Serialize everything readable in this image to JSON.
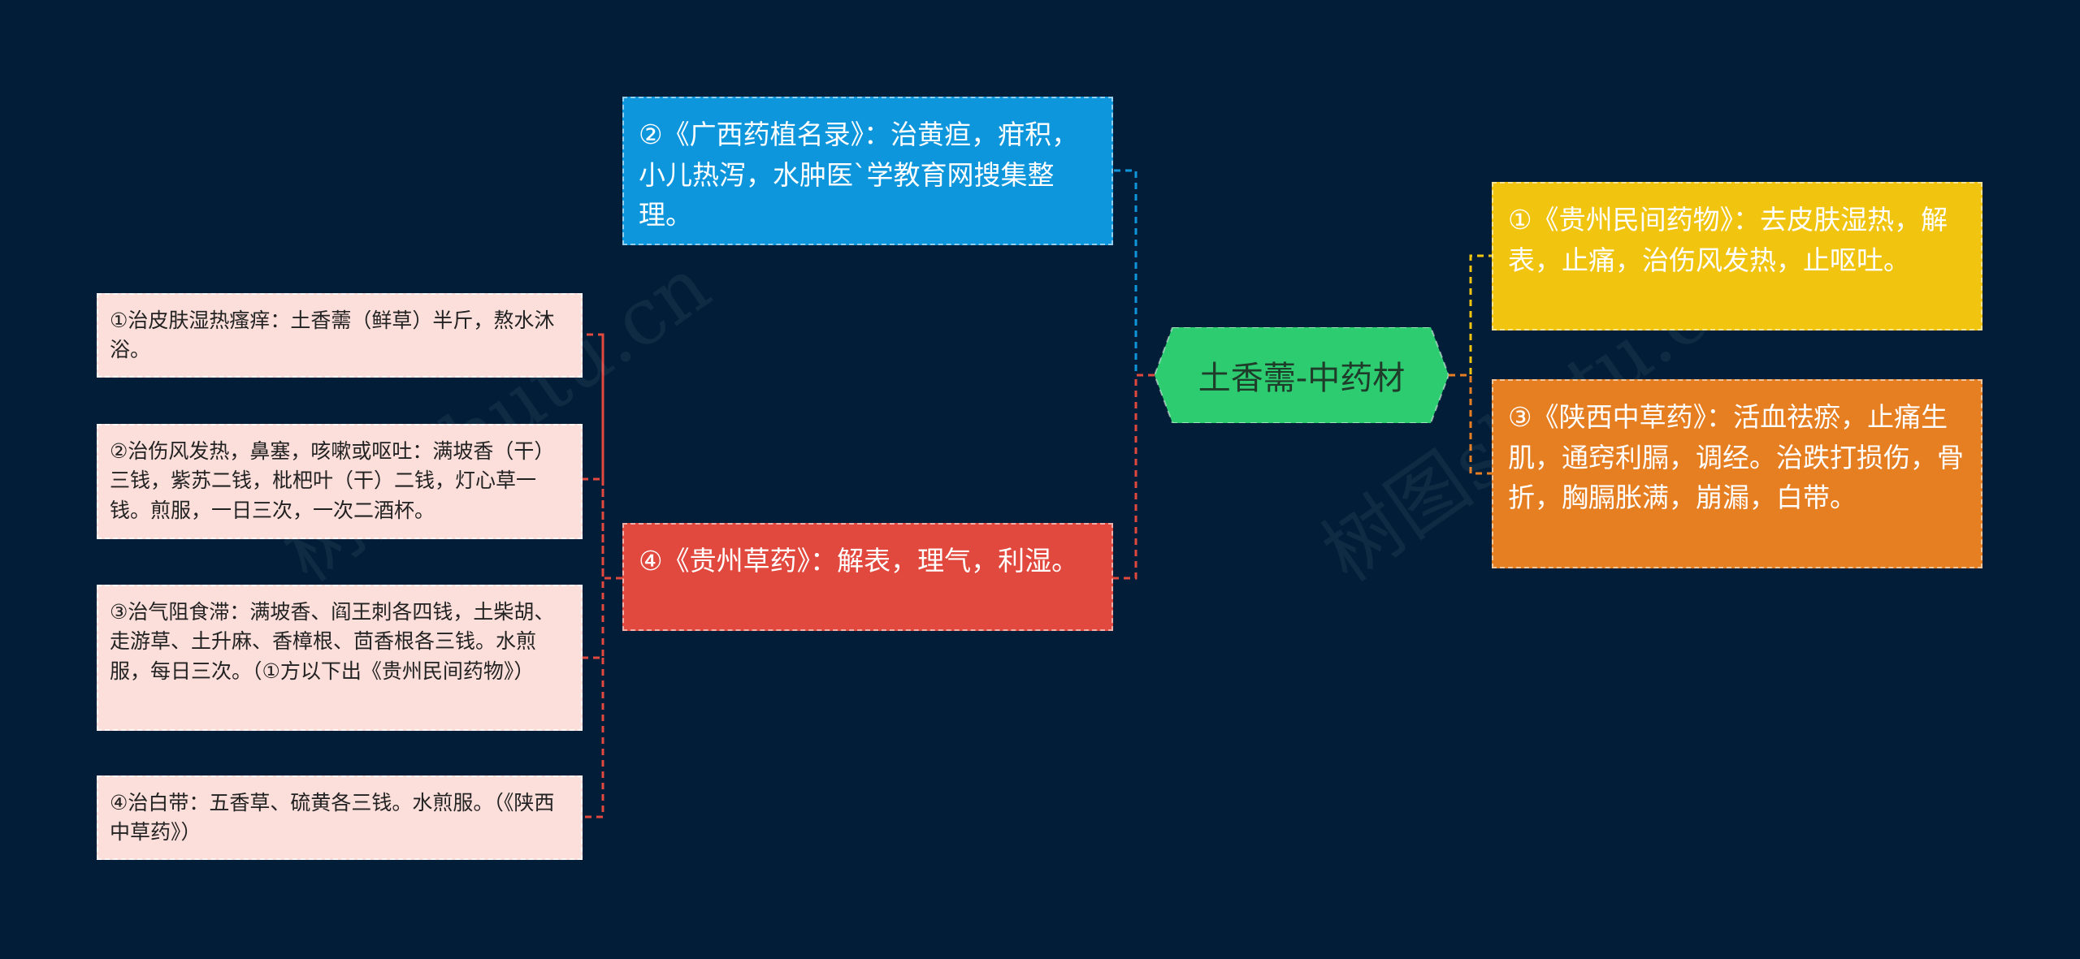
{
  "center": {
    "title": "土香薷-中药材",
    "color": "#2ecc71"
  },
  "branches": [
    {
      "id": "b2",
      "text": "②《广西药植名录》：治黄疸，疳积，小儿热泻，水肿医`学教育网搜集整理。",
      "color": "#0e96dd"
    },
    {
      "id": "b4",
      "text": "④《贵州草药》：解表，理气，利湿。",
      "color": "#e2493e"
    },
    {
      "id": "b1",
      "text": "①《贵州民间药物》：去皮肤湿热，解表，止痛，治伤风发热，止呕吐。",
      "color": "#f1c40f"
    },
    {
      "id": "b3",
      "text": "③《陕西中草药》：活血祛瘀，止痛生肌，通窍利膈，调经。治跌打损伤，骨折，胸膈胀满，崩漏，白带。",
      "color": "#e67e22"
    }
  ],
  "leaves": [
    {
      "id": "l1",
      "text": "①治皮肤湿热瘙痒：土香薷（鲜草）半斤，熬水沐浴。"
    },
    {
      "id": "l2",
      "text": "②治伤风发热，鼻塞，咳嗽或呕吐：满坡香（干）三钱，紫苏二钱，枇杷叶（干）二钱，灯心草一钱。煎服，一日三次，一次二酒杯。"
    },
    {
      "id": "l3",
      "text": "③治气阻食滞：满坡香、阎王刺各四钱，土柴胡、走游草、土升麻、香樟根、茴香根各三钱。水煎服，每日三次。（①方以下出《贵州民间药物》）"
    },
    {
      "id": "l4",
      "text": "④治白带：五香草、硫黄各三钱。水煎服。（《陕西中草药》）"
    }
  ],
  "leaf_color": "#fcdfdb",
  "link_colors": {
    "b2": "#0e96dd",
    "b4": "#e2493e",
    "b1": "#f1c40f",
    "b3": "#e67e22",
    "leaves": "#e2493e"
  },
  "watermark": "树图shutu.cn"
}
